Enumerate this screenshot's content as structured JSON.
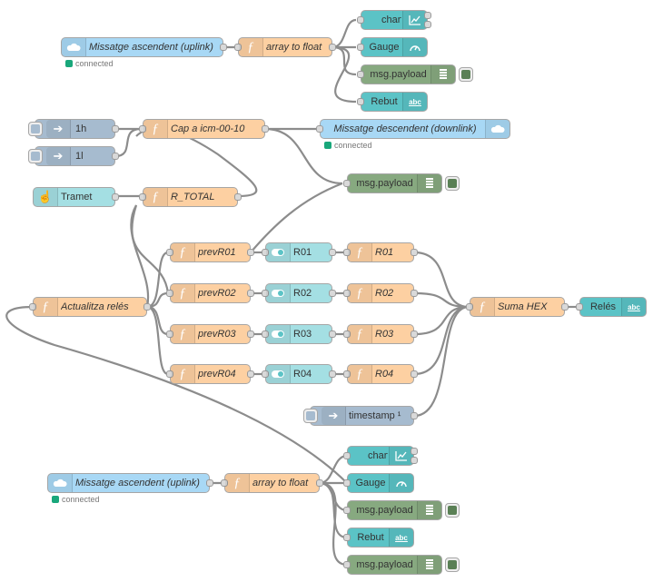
{
  "flow": {
    "nodes": {
      "mqtt_up_1": "Missatge ascendent (uplink)",
      "mqtt_up_1_status": "connected",
      "array_float_1": "array to float",
      "chart_1": "chart",
      "gauge_1": "Gauge",
      "debug_1": "msg.payload",
      "rebut_1": "Rebut",
      "inject_1h": "1h",
      "inject_1l": "1l",
      "cap_icm": "Cap a icm-00-10",
      "mqtt_down": "Missatge descendent (downlink)",
      "mqtt_down_status": "connected",
      "debug_2": "msg.payload",
      "tramet": "Tramet",
      "r_total": "R_TOTAL",
      "prev_r01": "prevR01",
      "prev_r02": "prevR02",
      "prev_r03": "prevR03",
      "prev_r04": "prevR04",
      "sw_r01": "R01",
      "sw_r02": "R02",
      "sw_r03": "R03",
      "sw_r04": "R04",
      "fn_r01": "R01",
      "fn_r02": "R02",
      "fn_r03": "R03",
      "fn_r04": "R04",
      "actualitza": "Actualitza relés",
      "suma_hex": "Suma HEX",
      "reles": "Relés",
      "timestamp": "timestamp ¹",
      "chart_2": "chart",
      "gauge_2": "Gauge",
      "mqtt_up_2": "Missatge ascendent (uplink)",
      "mqtt_up_2_status": "connected",
      "array_float_2": "array to float",
      "debug_3": "msg.payload",
      "rebut_2": "Rebut",
      "debug_4": "msg.payload"
    },
    "icons": {
      "mqtt": "cloud-icon",
      "function": "function-icon",
      "chart": "chart-icon",
      "gauge": "gauge-icon",
      "debug": "debug-list-icon",
      "text": "text-abc-icon",
      "inject": "inject-arrow-icon",
      "switch": "switch-toggle-icon",
      "button": "pointer-hand-icon"
    },
    "colors": {
      "mqtt": "#a8d8f5",
      "function": "#fdd0a2",
      "dashboard": "#5bc3c6",
      "debug": "#87a980",
      "inject": "#a6bbcf",
      "switch": "#a4dfe3",
      "wire": "#8c8c8c",
      "status_connected": "#19a77b"
    }
  }
}
